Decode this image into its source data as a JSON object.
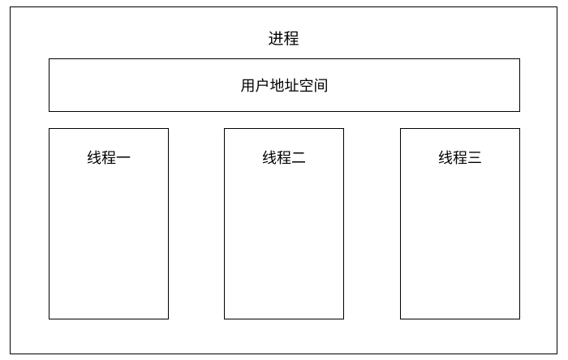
{
  "process": {
    "label": "进程"
  },
  "address_space": {
    "label": "用户地址空间"
  },
  "threads": [
    {
      "label": "线程一"
    },
    {
      "label": "线程二"
    },
    {
      "label": "线程三"
    }
  ]
}
